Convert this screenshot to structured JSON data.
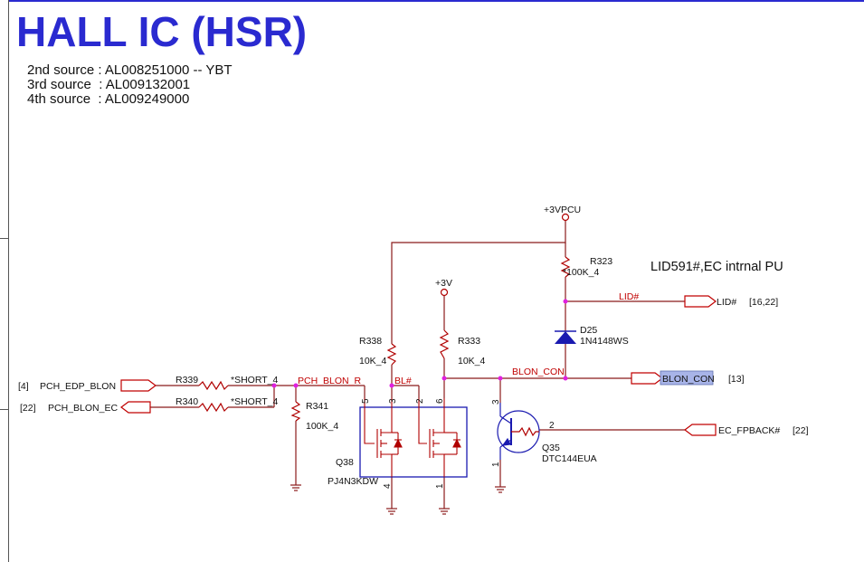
{
  "title": "HALL IC (HSR)",
  "sources": [
    {
      "label": "2nd source",
      "value": "AL008251000 -- YBT"
    },
    {
      "label": "3rd source",
      "value": "AL009132001"
    },
    {
      "label": "4th source",
      "value": "AL009249000"
    }
  ],
  "note": "LID591#,EC intrnal PU",
  "power": {
    "vpcu": "+3VPCU",
    "v3": "+3V"
  },
  "components": {
    "r323": {
      "ref": "R323",
      "value": "*100K_4"
    },
    "r338": {
      "ref": "R338",
      "value": "10K_4"
    },
    "r333": {
      "ref": "R333",
      "value": "10K_4"
    },
    "r339": {
      "ref": "R339",
      "value": "*SHORT_4"
    },
    "r340": {
      "ref": "R340",
      "value": "*SHORT_4"
    },
    "r341": {
      "ref": "R341",
      "value": "100K_4"
    },
    "d25": {
      "ref": "D25",
      "value": "1N4148WS"
    },
    "q38": {
      "ref": "Q38",
      "value": "PJ4N3KDW"
    },
    "q35": {
      "ref": "Q35",
      "value": "DTC144EUA"
    }
  },
  "nets": {
    "lid": "LID#",
    "bl": "BL#",
    "pch_blon_r": "PCH_BLON_R",
    "blon_con": "BLON_CON"
  },
  "ports": {
    "pch_edp_blon": {
      "name": "PCH_EDP_BLON",
      "ref": "[4]"
    },
    "pch_blon_ec": {
      "name": "PCH_BLON_EC",
      "ref": "[22]"
    },
    "lid": {
      "name": "LID#",
      "ref": "[16,22]"
    },
    "blon_con": {
      "name": "BLON_CON",
      "ref": "[13]"
    },
    "ec_fpback": {
      "name": "EC_FPBACK#",
      "ref": "[22]"
    }
  },
  "pins": {
    "q38_p5": "5",
    "q38_p3": "3",
    "q38_p2": "2",
    "q38_p6": "6",
    "q38_p4": "4",
    "q38_p1": "1",
    "q35_p3": "3",
    "q35_p2": "2",
    "q35_p1": "1"
  },
  "colors": {
    "wire": "#8b1a1a",
    "component": "#b00000",
    "text": "#111111",
    "title": "#2a2ad0",
    "junction": "#e020e0",
    "highlight": "#a8b4e8",
    "diode": "#1a1ab0"
  }
}
